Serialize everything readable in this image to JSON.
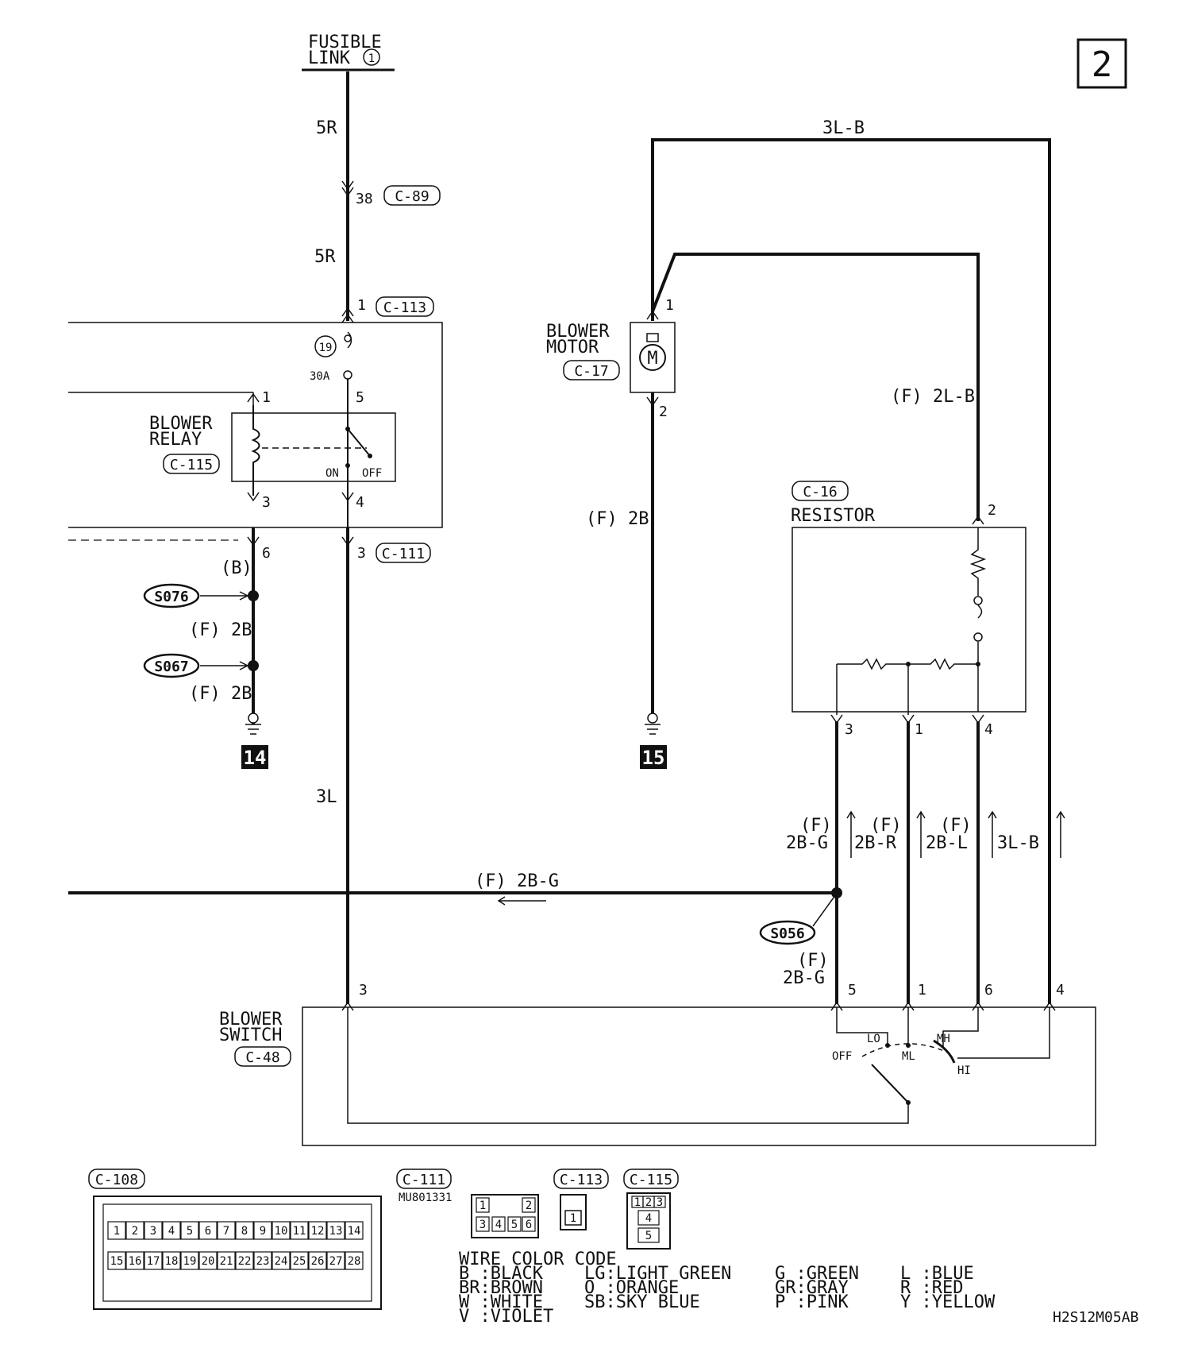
{
  "page_number": "2",
  "diagram_code": "H2S12M05AB",
  "fusible_link": {
    "line1": "FUSIBLE",
    "line2": "LINK",
    "num": "1"
  },
  "components": {
    "blower_relay": {
      "line1": "BLOWER",
      "line2": "RELAY",
      "conn": "C-115",
      "on": "ON",
      "off": "OFF"
    },
    "blower_motor": {
      "line1": "BLOWER",
      "line2": "MOTOR",
      "conn": "C-17",
      "symbol": "M"
    },
    "resistor": {
      "conn": "C-16",
      "name": "RESISTOR"
    },
    "blower_switch": {
      "line1": "BLOWER",
      "line2": "SWITCH",
      "conn": "C-48",
      "pos_off": "OFF",
      "pos_lo": "LO",
      "pos_ml": "ML",
      "pos_mh": "MH",
      "pos_hi": "HI"
    }
  },
  "fuse": {
    "num": "19",
    "rating": "30A"
  },
  "wires": {
    "w5r_a": "5R",
    "w5r_b": "5R",
    "w3l": "3L",
    "w3lb_top": "3L-B",
    "wf2lb": "(F) 2L-B",
    "wf2b_motor": "(F) 2B",
    "wb": "(B)",
    "wf2b_1": "(F) 2B",
    "wf2b_2": "(F) 2B",
    "wf2bg_h": "(F) 2B-G",
    "wf_a": "(F)",
    "w2bg": "2B-G",
    "wf_b": "(F)",
    "w2br": "2B-R",
    "wf_c": "(F)",
    "w2bl": "2B-L",
    "w3lb_v": "3L-B",
    "wf_d": "(F)",
    "w2bg_low": "2B-G"
  },
  "connectors": {
    "c89": "C-89",
    "c89_pin": "38",
    "c113": "C-113",
    "c113_pin": "1",
    "c111": "C-111",
    "c111_pin": "3",
    "relay_p1": "1",
    "relay_p5": "5",
    "relay_p3": "3",
    "relay_p4": "4",
    "relay_p6": "6",
    "motor_p1": "1",
    "motor_p2": "2",
    "res_p2": "2",
    "res_p3": "3",
    "res_p1": "1",
    "res_p4": "4",
    "sw_p3": "3",
    "sw_p5": "5",
    "sw_p1": "1",
    "sw_p6": "6",
    "sw_p4": "4"
  },
  "splices": {
    "s076": "S076",
    "s067": "S067",
    "s056": "S056"
  },
  "grounds": {
    "g14": "14",
    "g15": "15"
  },
  "connector_views": {
    "c108": {
      "label": "C-108",
      "row1": [
        "1",
        "2",
        "3",
        "4",
        "5",
        "6",
        "7",
        "8",
        "9",
        "10",
        "11",
        "12",
        "13",
        "14"
      ],
      "row2": [
        "15",
        "16",
        "17",
        "18",
        "19",
        "20",
        "21",
        "22",
        "23",
        "24",
        "25",
        "26",
        "27",
        "28"
      ]
    },
    "c111": {
      "label": "C-111",
      "part": "MU801331",
      "pins": [
        "1",
        "2",
        "3",
        "4",
        "5",
        "6"
      ]
    },
    "c113": {
      "label": "C-113",
      "pins": [
        "1"
      ]
    },
    "c115": {
      "label": "C-115",
      "pins": [
        "1",
        "2",
        "3",
        "4",
        "5"
      ]
    }
  },
  "wire_color_code": {
    "title": "WIRE COLOR CODE",
    "entries": [
      "B :BLACK",
      "BR:BROWN",
      "W :WHITE",
      "V :VIOLET",
      "LG:LIGHT GREEN",
      "O :ORANGE",
      "SB:SKY BLUE",
      "G :GREEN",
      "GR:GRAY",
      "P :PINK",
      "L :BLUE",
      "R :RED",
      "Y :YELLOW"
    ]
  }
}
